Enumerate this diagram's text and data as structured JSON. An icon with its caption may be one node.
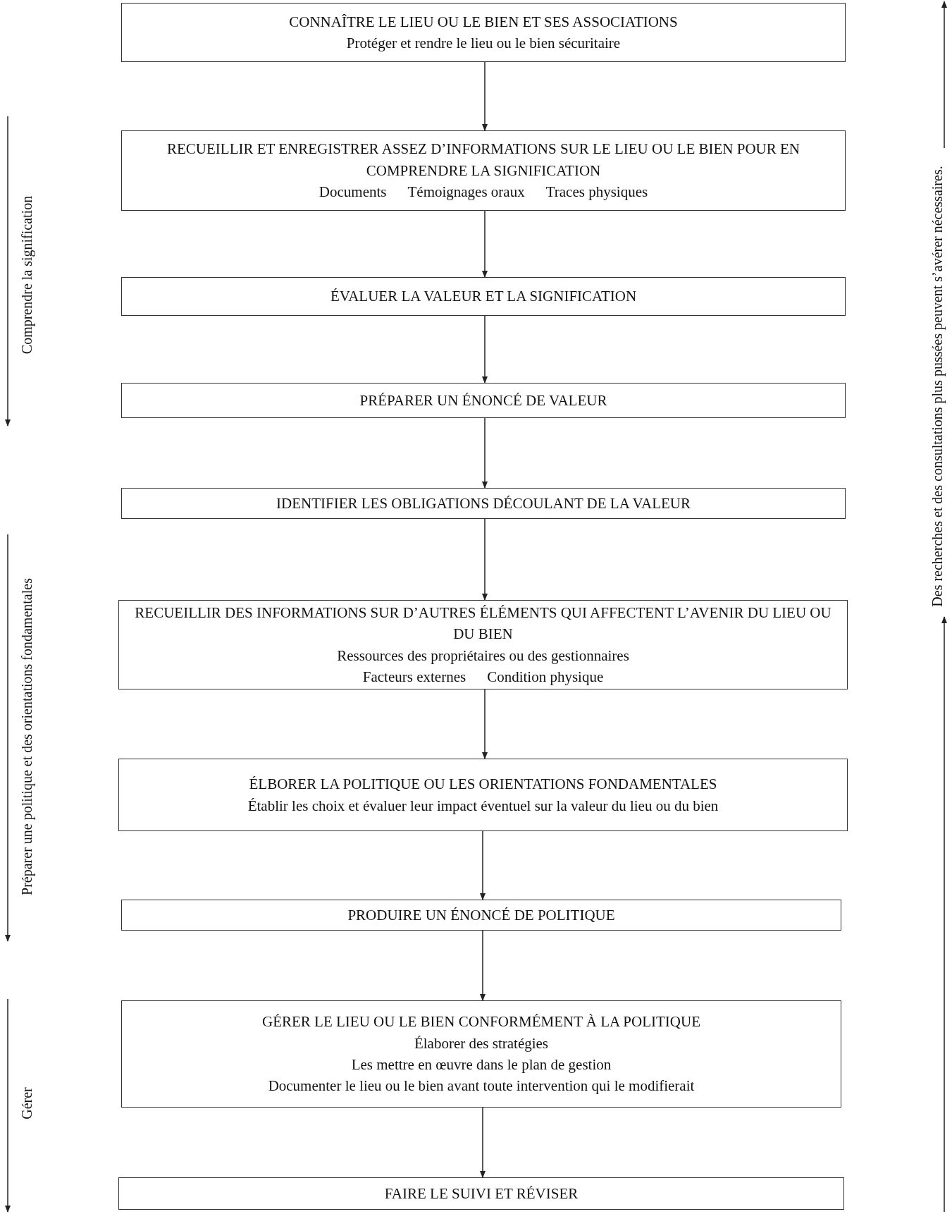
{
  "diagram": {
    "nodes": [
      {
        "text": [
          "CONNAÎTRE LE LIEU OU LE BIEN ET SES ASSOCIATIONS",
          "Protéger et rendre le lieu ou le bien sécuritaire"
        ]
      },
      {
        "text": [
          "RECUEILLIR ET ENREGISTRER ASSEZ D’INFORMATIONS SUR LE LIEU OU LE BIEN POUR EN COMPRENDRE LA SIGNIFICATION",
          "Documents",
          "Témoignages oraux",
          "Traces physiques"
        ]
      },
      {
        "text": [
          "ÉVALUER LA VALEUR ET LA SIGNIFICATION"
        ]
      },
      {
        "text": [
          "PRÉPARER UN ÉNONCÉ DE VALEUR"
        ]
      },
      {
        "text": [
          "IDENTIFIER LES OBLIGATIONS DÉCOULANT DE LA VALEUR"
        ]
      },
      {
        "text": [
          "RECUEILLIR DES INFORMATIONS SUR D’AUTRES ÉLÉMENTS QUI AFFECTENT L’AVENIR DU LIEU OU DU BIEN",
          "Ressources des propriétaires ou des gestionnaires",
          "Facteurs externes",
          "Condition physique"
        ]
      },
      {
        "text": [
          "ÉLBORER LA POLITIQUE OU LES ORIENTATIONS FONDAMENTALES",
          "Établir les choix et évaluer leur impact éventuel sur la valeur du lieu ou du bien"
        ]
      },
      {
        "text": [
          "PRODUIRE UN ÉNONCÉ DE POLITIQUE"
        ]
      },
      {
        "text": [
          "GÉRER LE LIEU OU LE BIEN CONFORMÉMENT À LA POLITIQUE",
          "Élaborer des stratégies",
          "Les mettre en œuvre dans le plan de gestion",
          "Documenter le lieu ou le bien avant toute intervention qui le modifierait"
        ]
      },
      {
        "text": [
          "FAIRE LE SUIVI ET RÉVISER"
        ]
      }
    ],
    "edges": [
      {
        "from": 0,
        "to": 1,
        "arrow": "to"
      },
      {
        "from": 1,
        "to": 2,
        "arrow": "to"
      },
      {
        "from": 2,
        "to": 3,
        "arrow": "to"
      },
      {
        "from": 3,
        "to": 4,
        "arrow": "to"
      },
      {
        "from": 4,
        "to": 5,
        "arrow": "to"
      },
      {
        "from": 5,
        "to": 6,
        "arrow": "to"
      },
      {
        "from": 6,
        "to": 7,
        "arrow": "to"
      },
      {
        "from": 7,
        "to": 8,
        "arrow": "to"
      },
      {
        "from": 8,
        "to": 9,
        "arrow": "to"
      }
    ],
    "labels": [
      "Comprendre la signification",
      "Préparer une politique et des orientations fondamentales",
      "Gérer",
      "Des recherches et des consultations plus pussées peuvent s’avérer nécessaires."
    ]
  }
}
